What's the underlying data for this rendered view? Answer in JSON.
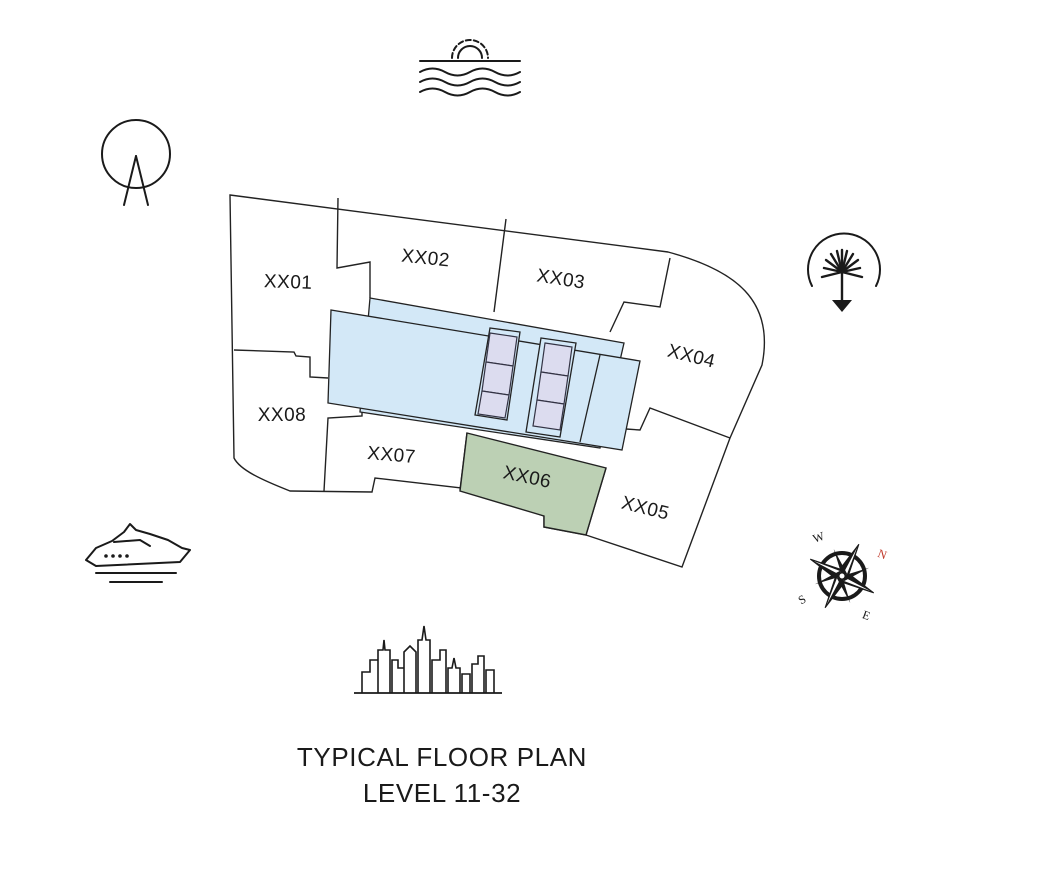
{
  "title": {
    "line1": "TYPICAL FLOOR PLAN",
    "line2": "LEVEL 11-32"
  },
  "units": [
    {
      "id": "XX01",
      "label": "XX01",
      "highlighted": false
    },
    {
      "id": "XX02",
      "label": "XX02",
      "highlighted": false
    },
    {
      "id": "XX03",
      "label": "XX03",
      "highlighted": false
    },
    {
      "id": "XX04",
      "label": "XX04",
      "highlighted": false
    },
    {
      "id": "XX05",
      "label": "XX05",
      "highlighted": false
    },
    {
      "id": "XX06",
      "label": "XX06",
      "highlighted": true
    },
    {
      "id": "XX07",
      "label": "XX07",
      "highlighted": false
    },
    {
      "id": "XX08",
      "label": "XX08",
      "highlighted": false
    }
  ],
  "compass": {
    "north": "N",
    "south": "S",
    "east": "E",
    "west": "W",
    "north_color": "#c0392b"
  },
  "icons": [
    "sea-sunset-icon",
    "observation-wheel-icon",
    "palm-island-icon",
    "yacht-icon",
    "city-skyline-icon",
    "compass-rose-icon"
  ],
  "colors": {
    "core": "#d3e8f7",
    "highlight": "#bcd0b4",
    "lift": "#dcdcef",
    "line": "#222222"
  }
}
